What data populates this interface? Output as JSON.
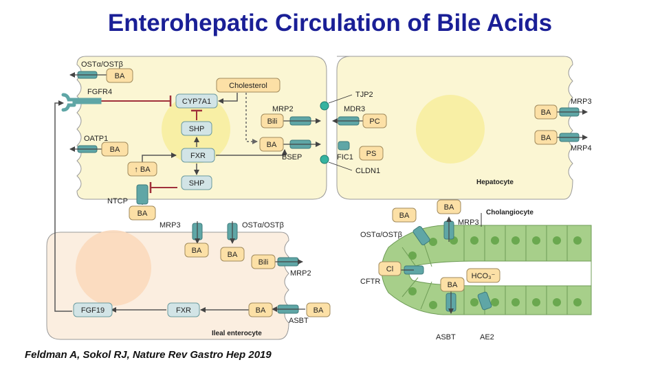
{
  "title": "Enterohepatic Circulation of Bile Acids",
  "citation": "Feldman A, Sokol RJ, Nature Rev Gastro Hep 2019",
  "cells": {
    "hepatocyte": "Hepatocyte",
    "cholangiocyte": "Cholangiocyte",
    "ileal": "Ileal enterocyte"
  },
  "transporters": {
    "ost_top": "OSTα/OSTβ",
    "fgfr4": "FGFR4",
    "oatp1": "OATP1",
    "ntcp": "NTCP",
    "mrp2": "MRP2",
    "bsep": "BSEP",
    "tjp2": "TJP2",
    "mdr3": "MDR3",
    "fic1": "FIC1",
    "cldn1": "CLDN1",
    "mrp3_hep": "MRP3",
    "mrp4": "MRP4",
    "mrp3_ileal": "MRP3",
    "ost_ileal": "OSTα/OSTβ",
    "mrp2_ileal": "MRP2",
    "asbt_ileal": "ASBT",
    "mrp3_chol": "MRP3",
    "ost_chol": "OSTα/OSTβ",
    "cftr": "CFTR",
    "asbt_chol": "ASBT",
    "ae2": "AE2"
  },
  "boxes": {
    "ba": "BA",
    "ba_up": "↑ BA",
    "cholesterol": "Cholesterol",
    "cyp7a1": "CYP7A1",
    "shp": "SHP",
    "fxr": "FXR",
    "bili": "Bili",
    "pc": "PC",
    "ps": "PS",
    "fgf19": "FGF19",
    "cl": "Cl",
    "hco3": "HCO₃⁻"
  },
  "colors": {
    "title": "#1a1f96",
    "hepatocyte_fill": "#fbf6d3",
    "ileal_fill": "#fbeee0",
    "box_fill": "#fce0a6",
    "enzyme_fill": "#d2e4e6",
    "transporter": "#5fa6a6",
    "inhibit": "#a0303a",
    "cholangiocyte_fill": "#a7cf8a"
  }
}
